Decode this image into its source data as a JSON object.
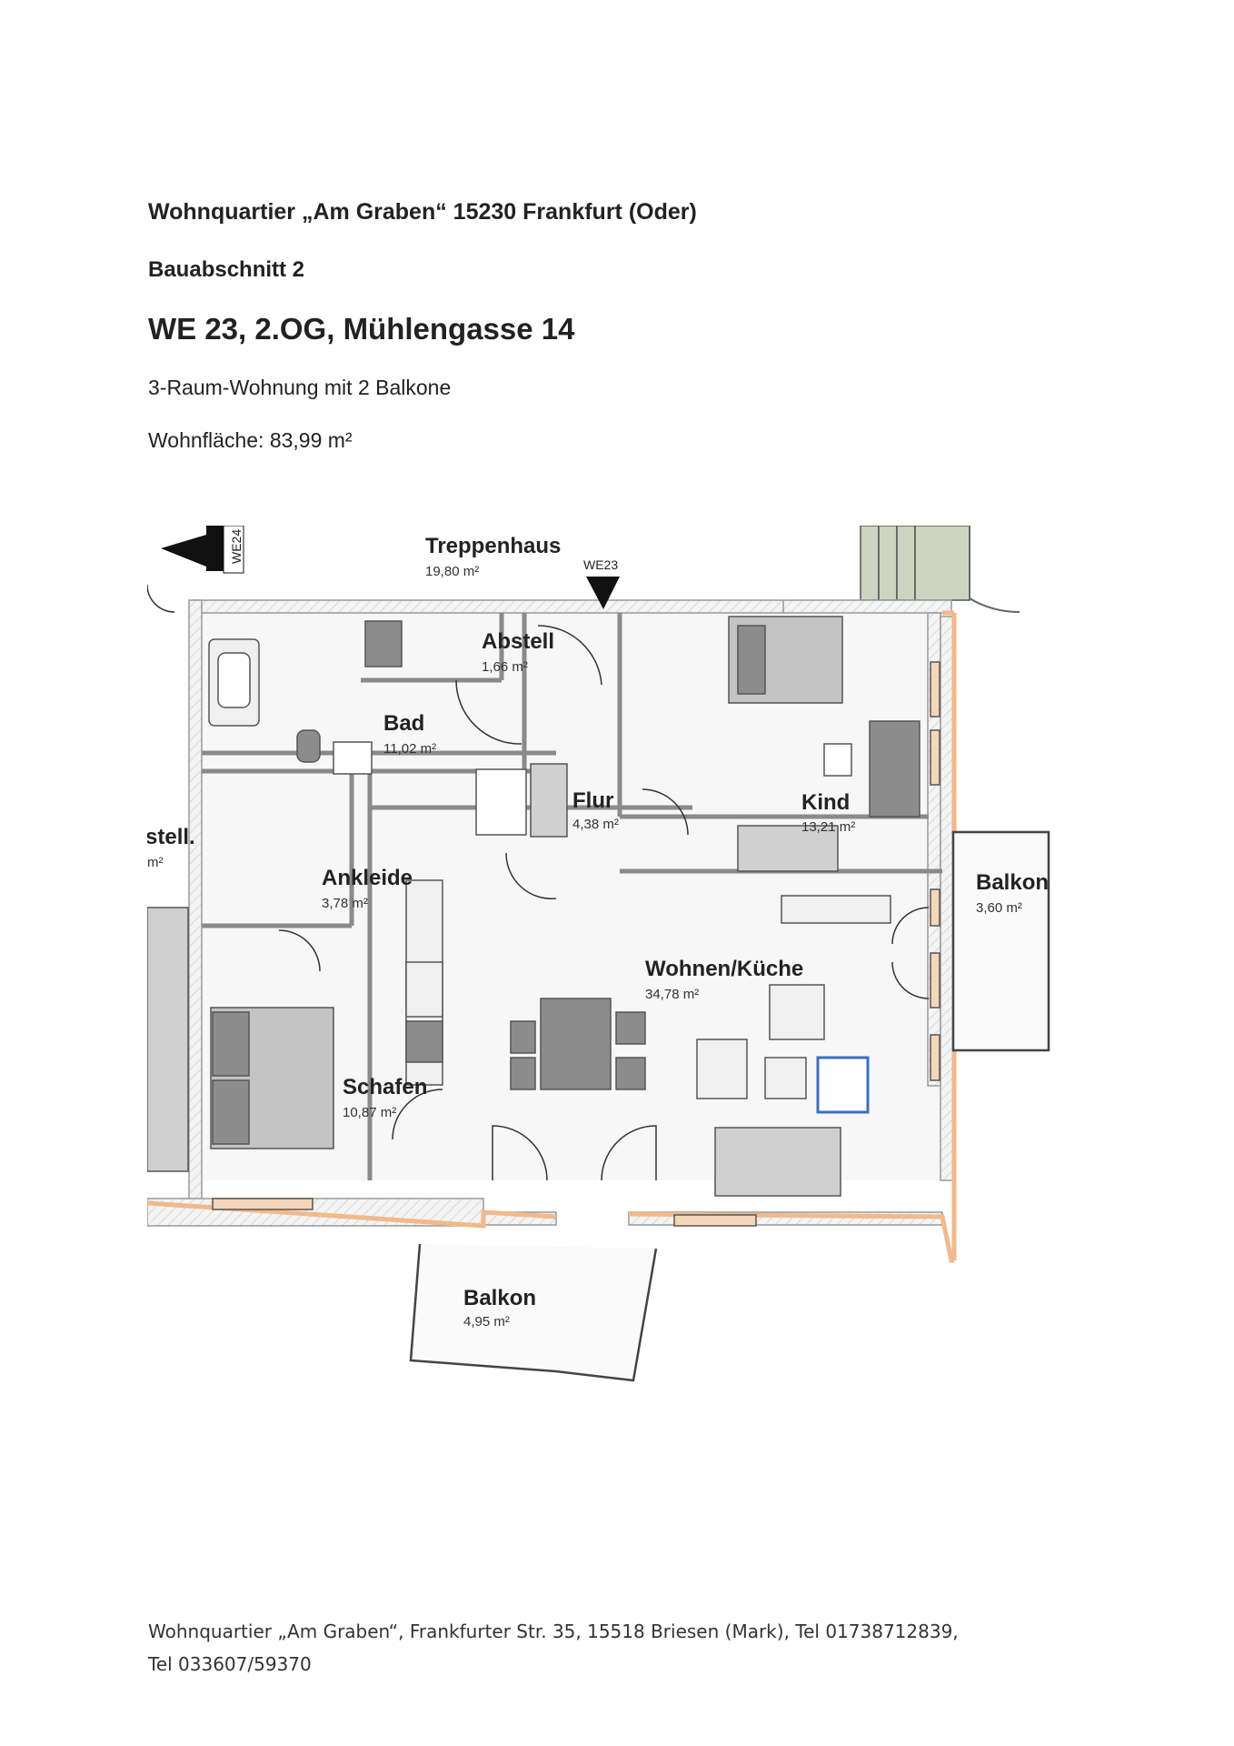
{
  "header": {
    "title": "Wohnquartier „Am Graben“ 15230 Frankfurt (Oder)",
    "section": "Bauabschnitt 2",
    "unit": "WE 23, 2.OG, Mühlengasse 14",
    "rooms_desc": "3-Raum-Wohnung mit 2 Balkone",
    "living_area": "Wohnfläche: 83,99 m²"
  },
  "plan": {
    "markers": {
      "we24": "WE24",
      "we23": "WE23"
    },
    "rooms": {
      "treppenhaus": {
        "name": "Treppenhaus",
        "area": "19,80 m²"
      },
      "abstell": {
        "name": "Abstell",
        "area": "1,66 m²"
      },
      "bad": {
        "name": "Bad",
        "area": "11,02 m²"
      },
      "flur": {
        "name": "Flur",
        "area": "4,38 m²"
      },
      "kind": {
        "name": "Kind",
        "area": "13,21 m²"
      },
      "ankleide": {
        "name": "Ankleide",
        "area": "3,78 m²"
      },
      "wohnen": {
        "name": "Wohnen/Küche",
        "area": "34,78 m²"
      },
      "schlafen": {
        "name": "Schafen",
        "area": "10,87 m²"
      },
      "balkon_east": {
        "name": "Balkon",
        "area": "3,60 m²"
      },
      "balkon_south": {
        "name": "Balkon",
        "area": "4,95 m²"
      },
      "neighbor": {
        "name": "stell.",
        "area": "m²"
      }
    },
    "colors": {
      "wall": "#9a9a9a",
      "wall_fill": "#e6e6e6",
      "facade": "#f2b98a",
      "furniture": "#8c8c8c",
      "accent_chair": "#3a6fc4"
    }
  },
  "footer": {
    "line1": "Wohnquartier „Am Graben“, Frankfurter Str. 35, 15518 Briesen (Mark), Tel 01738712839,",
    "line2": "Tel 033607/59370"
  }
}
